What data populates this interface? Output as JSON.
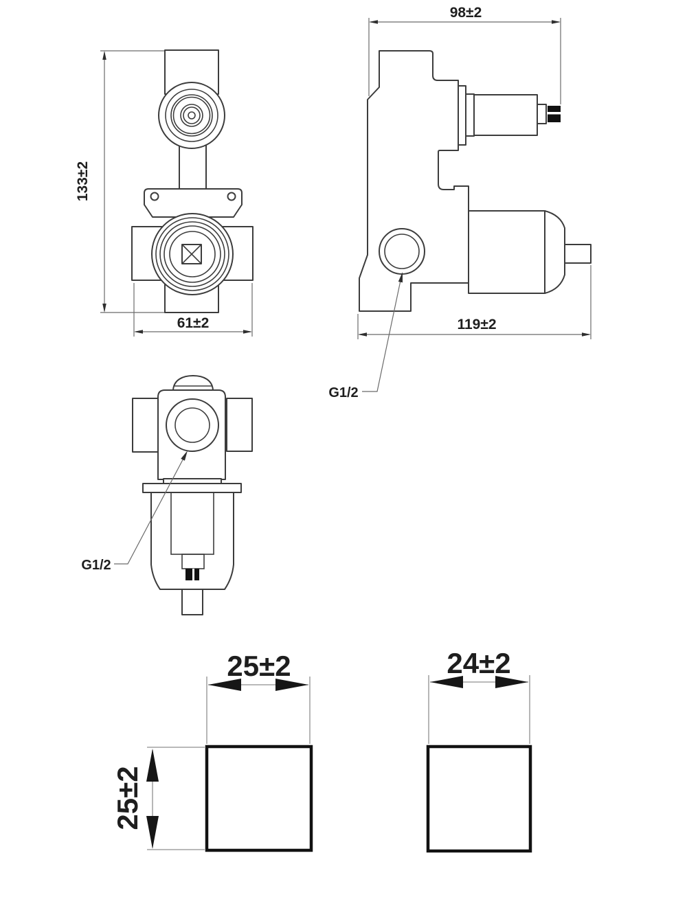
{
  "drawing": {
    "type": "technical-dimension-drawing",
    "subject": "concealed shower mixer valve",
    "colors": {
      "outline": "#3c3c3c",
      "dimension_line": "#6a6a6a",
      "arrow": "#2f2f2f",
      "handle_outline": "#121212",
      "text": "#1e1e1e",
      "background": "#ffffff"
    }
  },
  "views": {
    "front": {
      "height_dim": "133±2",
      "width_dim": "61±2"
    },
    "side": {
      "top_width_dim": "98±2",
      "overall_width_dim": "119±2",
      "port_label": "G1/2"
    },
    "bottom": {
      "port_label": "G1/2"
    },
    "handle_front": {
      "width_dim": "25±2",
      "height_dim": "25±2"
    },
    "handle_side": {
      "width_dim": "24±2"
    }
  }
}
